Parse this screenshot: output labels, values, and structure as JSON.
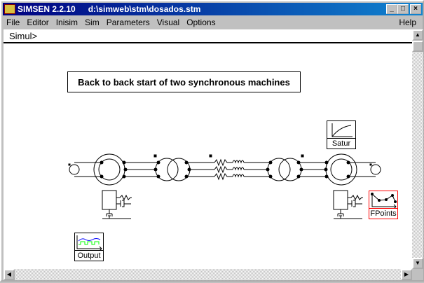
{
  "window": {
    "app_title": "SIMSEN 2.2.10",
    "file_path": "d:\\simweb\\stm\\dosados.stm",
    "minimize": "_",
    "maximize": "□",
    "close": "×"
  },
  "menu": {
    "items": [
      "File",
      "Editor",
      "Inisim",
      "Sim",
      "Parameters",
      "Visual",
      "Options"
    ],
    "help": "Help"
  },
  "command": {
    "prompt": "Simul>"
  },
  "canvas": {
    "title": "Back to back start of two synchronous machines",
    "blocks": {
      "satur": "Satur",
      "fpoints": "FPoints",
      "output": "Output"
    },
    "colors": {
      "selected": "#ff0000",
      "output_blue": "#0000ff",
      "output_green": "#00ff00"
    }
  },
  "scroll": {
    "up": "▲",
    "down": "▼",
    "right": "▶",
    "left": "◀"
  }
}
